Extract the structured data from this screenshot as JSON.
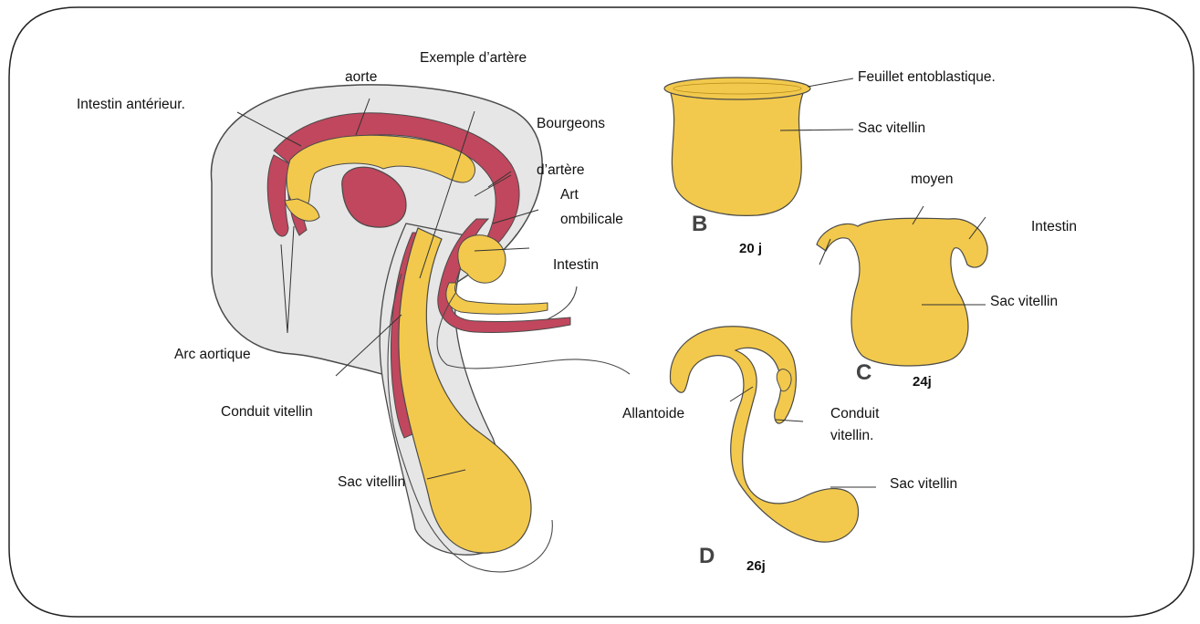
{
  "diagram": {
    "colors": {
      "yolk": "#f2c94c",
      "artery": "#c0475d",
      "tissue": "#e6e6e6",
      "outline": "#4a4a4a"
    },
    "main": {
      "labels": {
        "aorte": "aorte",
        "exemple_artere": "Exemple d’artère",
        "intestin_anterieur": "Intestin antérieur.",
        "bourgeons": "Bourgeons",
        "d_artere": "d’artère",
        "art": "Art",
        "ombilicale": "ombilicale",
        "intestin": "Intestin",
        "arc_aortique": "Arc aortique",
        "conduit_vitellin": "Conduit vitellin",
        "sac_vitellin": "Sac vitellin"
      }
    },
    "panel_b": {
      "letter": "B",
      "age": "20 j",
      "labels": {
        "feuillet": "Feuillet entoblastique.",
        "sac_vitellin": "Sac vitellin"
      }
    },
    "panel_c": {
      "letter": "C",
      "age": "24j",
      "labels": {
        "moyen": "moyen",
        "intestin": "Intestin",
        "sac_vitellin": "Sac vitellin"
      }
    },
    "panel_d": {
      "letter": "D",
      "age": "26j",
      "labels": {
        "allantoide": "Allantoide",
        "conduit": "Conduit",
        "vitellin": "vitellin.",
        "sac_vitellin": "Sac vitellin"
      }
    }
  }
}
